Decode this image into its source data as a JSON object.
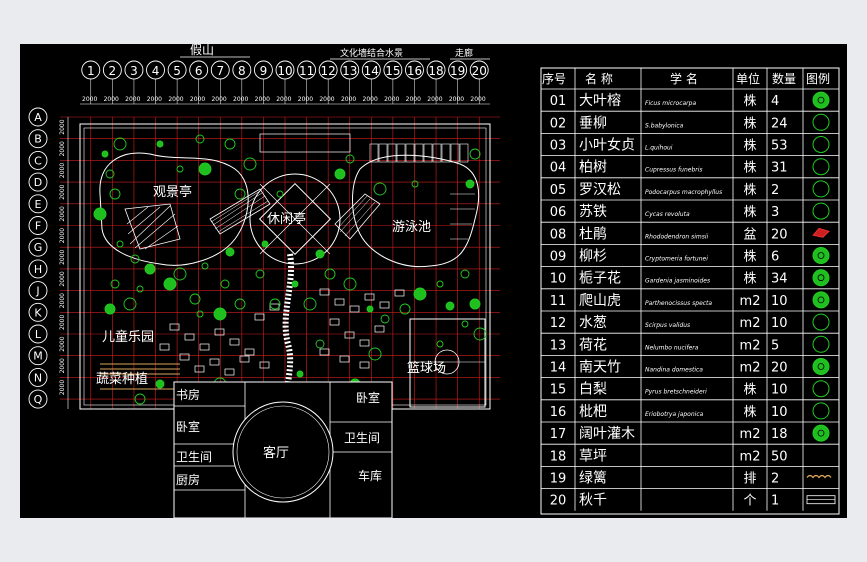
{
  "plan": {
    "top_labels": {
      "rockery": "假山",
      "culture_gallery": "文化墙结合水景",
      "corridor": "走廊"
    },
    "column_axes": [
      "1",
      "2",
      "3",
      "4",
      "5",
      "6",
      "7",
      "8",
      "9",
      "10",
      "11",
      "12",
      "13",
      "14",
      "15",
      "16",
      "18",
      "19",
      "20"
    ],
    "row_axes": [
      "A",
      "B",
      "C",
      "D",
      "E",
      "F",
      "G",
      "H",
      "J",
      "K",
      "L",
      "M",
      "N",
      "Q"
    ],
    "dimension_value": "2000",
    "zone_labels": {
      "pavilion_view": "观景亭",
      "pavilion_rest": "休闲亭",
      "pool": "游泳池",
      "kids_park": "儿童乐园",
      "vegetable": "蔬菜种植",
      "basketball": "篮球场"
    },
    "rooms": {
      "study": "书房",
      "bedroom_left": "卧室",
      "bathroom_left": "卫生间",
      "kitchen": "厨房",
      "living": "客厅",
      "bedroom_right": "卧室",
      "bathroom_right": "卫生间",
      "garage": "车库"
    }
  },
  "legend": {
    "headers": {
      "no": "序号",
      "name": "名 称",
      "latin": "学 名",
      "unit": "单位",
      "qty": "数量",
      "icon": "图例"
    },
    "rows": [
      {
        "no": "01",
        "name": "大叶榕",
        "latin": "Ficus microcarpa",
        "unit": "株",
        "qty": "4",
        "icon": "canopy-tree-icon"
      },
      {
        "no": "02",
        "name": "垂柳",
        "latin": "S.babylonica",
        "unit": "株",
        "qty": "24",
        "icon": "willow-icon"
      },
      {
        "no": "03",
        "name": "小叶女贞",
        "latin": "L.quihoui",
        "unit": "株",
        "qty": "53",
        "icon": "privet-icon"
      },
      {
        "no": "04",
        "name": "柏树",
        "latin": "Cupressus funebris",
        "unit": "株",
        "qty": "31",
        "icon": "cypress-icon"
      },
      {
        "no": "05",
        "name": "罗汉松",
        "latin": "Podocarpus macrophyllus",
        "unit": "株",
        "qty": "2",
        "icon": "podocarpus-icon"
      },
      {
        "no": "06",
        "name": "苏铁",
        "latin": "Cycas revoluta",
        "unit": "株",
        "qty": "3",
        "icon": "cycad-icon"
      },
      {
        "no": "08",
        "name": "杜鹃",
        "latin": "Rhododendron simsii",
        "unit": "盆",
        "qty": "20",
        "icon": "azalea-icon"
      },
      {
        "no": "09",
        "name": "柳杉",
        "latin": "Cryptomeria fortunei",
        "unit": "株",
        "qty": "6",
        "icon": "cryptomeria-icon"
      },
      {
        "no": "10",
        "name": "栀子花",
        "latin": "Gardenia jasminoides",
        "unit": "株",
        "qty": "34",
        "icon": "gardenia-icon"
      },
      {
        "no": "11",
        "name": "爬山虎",
        "latin": "Parthenocissus specta",
        "unit": "m2",
        "qty": "10",
        "icon": "creeper-icon"
      },
      {
        "no": "12",
        "name": "水葱",
        "latin": "Scirpus validus",
        "unit": "m2",
        "qty": "10",
        "icon": "bulrush-icon"
      },
      {
        "no": "13",
        "name": "荷花",
        "latin": "Nelumbo nucifera",
        "unit": "m2",
        "qty": "5",
        "icon": "lotus-icon"
      },
      {
        "no": "14",
        "name": "南天竹",
        "latin": "Nandina domestica",
        "unit": "m2",
        "qty": "20",
        "icon": "nandina-icon"
      },
      {
        "no": "15",
        "name": "白梨",
        "latin": "Pyrus bretschneideri",
        "unit": "株",
        "qty": "10",
        "icon": "pear-icon"
      },
      {
        "no": "16",
        "name": "枇杷",
        "latin": "Eriobotrya japonica",
        "unit": "株",
        "qty": "10",
        "icon": "loquat-icon"
      },
      {
        "no": "17",
        "name": "阔叶灌木",
        "latin": "",
        "unit": "m2",
        "qty": "18",
        "icon": "shrub-icon"
      },
      {
        "no": "18",
        "name": "草坪",
        "latin": "",
        "unit": "m2",
        "qty": "50",
        "icon": ""
      },
      {
        "no": "19",
        "name": "绿篱",
        "latin": "",
        "unit": "排",
        "qty": "2",
        "icon": "hedge-icon"
      },
      {
        "no": "20",
        "name": "秋千",
        "latin": "",
        "unit": "个",
        "qty": "1",
        "icon": "swing-icon"
      }
    ]
  }
}
